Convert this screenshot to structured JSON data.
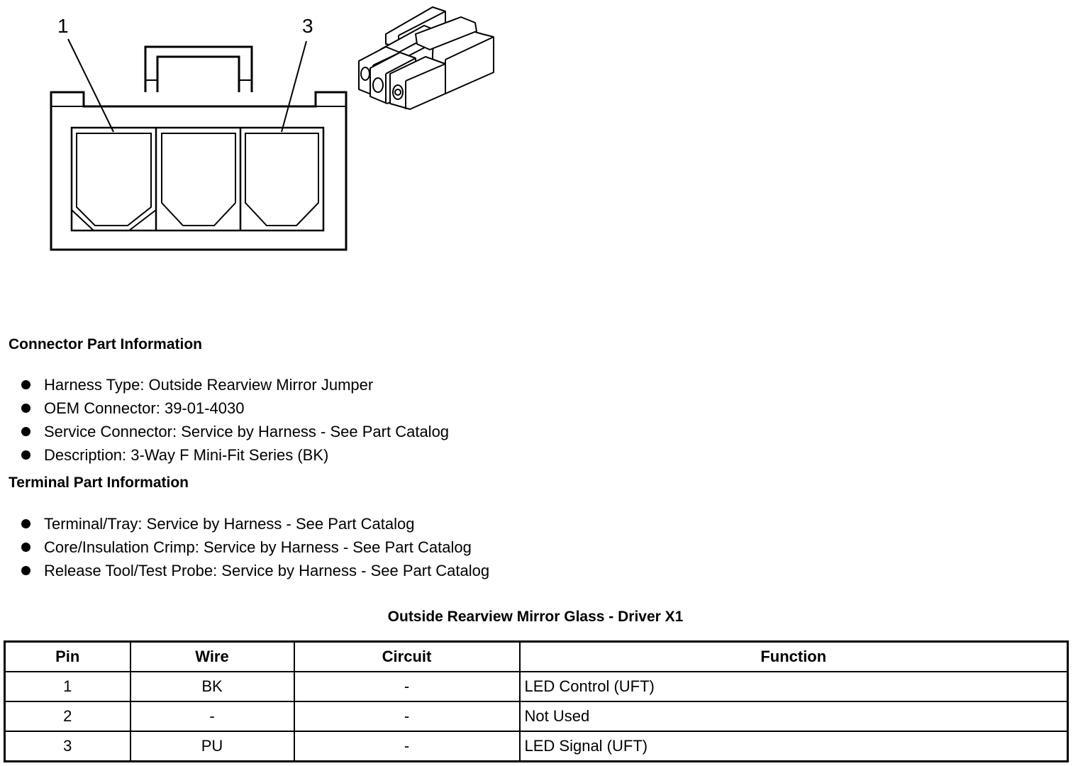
{
  "diagram": {
    "callouts": [
      "1",
      "3"
    ]
  },
  "connector_info": {
    "heading": "Connector Part Information",
    "items": [
      "Harness Type: Outside Rearview Mirror Jumper",
      "OEM Connector: 39-01-4030",
      "Service Connector: Service by Harness - See Part Catalog",
      "Description: 3-Way F Mini-Fit Series (BK)"
    ]
  },
  "terminal_info": {
    "heading": "Terminal Part Information",
    "items": [
      "Terminal/Tray: Service by Harness - See Part Catalog",
      "Core/Insulation Crimp: Service by Harness - See Part Catalog",
      "Release Tool/Test Probe: Service by Harness - See Part Catalog"
    ]
  },
  "table": {
    "title": "Outside Rearview Mirror Glass - Driver X1",
    "headers": [
      "Pin",
      "Wire",
      "Circuit",
      "Function"
    ],
    "rows": [
      [
        "1",
        "BK",
        "-",
        "LED Control (UFT)"
      ],
      [
        "2",
        "-",
        "-",
        "Not Used"
      ],
      [
        "3",
        "PU",
        "-",
        "LED Signal (UFT)"
      ]
    ]
  }
}
